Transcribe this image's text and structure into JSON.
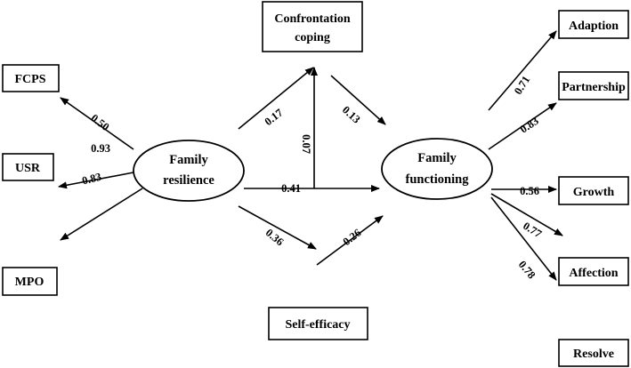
{
  "boxes": {
    "confrontation": [
      "Confrontation",
      "coping"
    ],
    "fcps": "FCPS",
    "usr": "USR",
    "mpo": "MPO",
    "self_efficacy": "Self-efficacy",
    "adaption": "Adaption",
    "partnership": "Partnership",
    "growth": "Growth",
    "affection": "Affection",
    "resolve": "Resolve"
  },
  "ovals": {
    "family_resilience": [
      "Family",
      "resilience"
    ],
    "family_functioning": [
      "Family",
      "functioning"
    ]
  },
  "coefficients": {
    "fcps": "0.50",
    "fcps_inner": "0.93",
    "usr": "0.83",
    "fr_to_coping": "0.17",
    "coping_to_ff": "0.13",
    "ff_to_coping": "0.07",
    "fr_to_ff": "0.41",
    "fr_to_selfeff": "0.36",
    "selfeff_to_ff": "0.26",
    "adaption": "0.71",
    "partnership": "0.83",
    "growth": "0.56",
    "affection": "0.77",
    "resolve": "0.78"
  },
  "colors": {
    "stroke": "#000000",
    "background": "#ffffff"
  }
}
